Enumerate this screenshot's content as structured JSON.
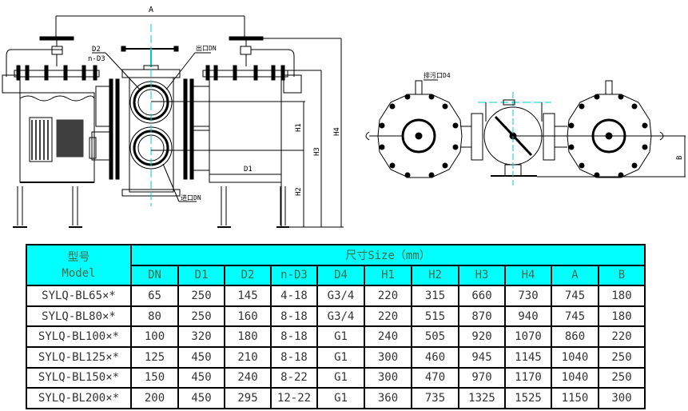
{
  "drawing": {
    "front_view_labels": {
      "dim_a": "A",
      "d2": "D2",
      "n_d3": "n-D3",
      "outlet": "出口DN",
      "inlet": "进口DN",
      "d1": "D1",
      "h1": "H1",
      "h2": "H2",
      "h3": "H3",
      "h4": "H4"
    },
    "top_view_labels": {
      "drain": "排污口D4",
      "dim_b": "B"
    },
    "centerline_color": "#00cccc"
  },
  "table": {
    "header": {
      "model_cn": "型号",
      "model_en": "Model",
      "size_group": "尺寸Size（mm）",
      "columns": [
        "DN",
        "D1",
        "D2",
        "n-D3",
        "D4",
        "H1",
        "H2",
        "H3",
        "H4",
        "A",
        "B"
      ]
    },
    "header_bg": "#00ffff",
    "rows": [
      {
        "model": "SYLQ-BL65×*",
        "values": [
          "65",
          "250",
          "145",
          "4-18",
          "G3/4",
          "220",
          "315",
          "660",
          "730",
          "745",
          "180"
        ]
      },
      {
        "model": "SYLQ-BL80×*",
        "values": [
          "80",
          "250",
          "160",
          "8-18",
          "G3/4",
          "220",
          "515",
          "870",
          "940",
          "745",
          "180"
        ]
      },
      {
        "model": "SYLQ-BL100×*",
        "values": [
          "100",
          "320",
          "180",
          "8-18",
          "G1",
          "240",
          "505",
          "920",
          "1070",
          "860",
          "220"
        ]
      },
      {
        "model": "SYLQ-BL125×*",
        "values": [
          "125",
          "450",
          "210",
          "8-18",
          "G1",
          "300",
          "460",
          "945",
          "1145",
          "1040",
          "250"
        ]
      },
      {
        "model": "SYLQ-BL150×*",
        "values": [
          "150",
          "450",
          "240",
          "8-22",
          "G1",
          "300",
          "470",
          "970",
          "1170",
          "1040",
          "250"
        ]
      },
      {
        "model": "SYLQ-BL200×*",
        "values": [
          "200",
          "450",
          "295",
          "12-22",
          "G1",
          "360",
          "735",
          "1325",
          "1525",
          "1150",
          "300"
        ]
      }
    ]
  }
}
